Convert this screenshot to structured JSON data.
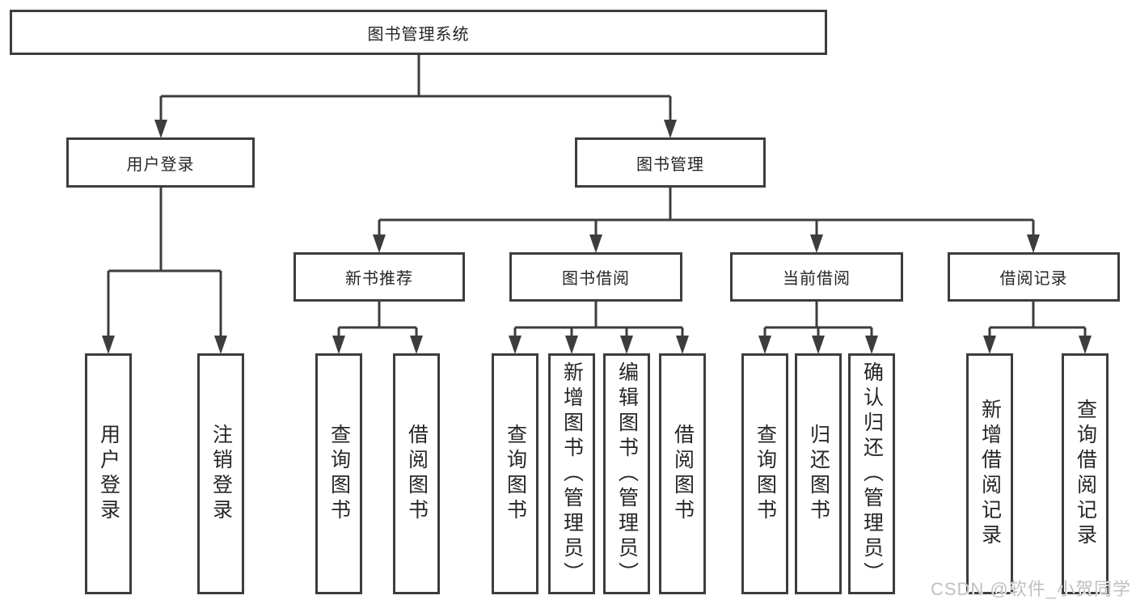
{
  "colors": {
    "line": "#3d3d3d",
    "box_border": "#3d3d3d",
    "text": "#262626",
    "background": "#ffffff",
    "watermark": "#c0c0c0"
  },
  "watermark": {
    "text": "CSDN @软件_小贺同学"
  },
  "tree": {
    "label": "图书管理系统",
    "children": [
      {
        "label": "用户登录",
        "children": [
          {
            "label": "用户登录"
          },
          {
            "label": "注销登录"
          }
        ]
      },
      {
        "label": "图书管理",
        "children": [
          {
            "label": "新书推荐",
            "children": [
              {
                "label": "查询图书"
              },
              {
                "label": "借阅图书"
              }
            ]
          },
          {
            "label": "图书借阅",
            "children": [
              {
                "label": "查询图书"
              },
              {
                "label": "新增图书（管理员）"
              },
              {
                "label": "编辑图书（管理员）"
              },
              {
                "label": "借阅图书"
              }
            ]
          },
          {
            "label": "当前借阅",
            "children": [
              {
                "label": "查询图书"
              },
              {
                "label": "归还图书"
              },
              {
                "label": "确认归还（管理员）"
              }
            ]
          },
          {
            "label": "借阅记录",
            "children": [
              {
                "label": "新增借阅记录"
              },
              {
                "label": "查询借阅记录"
              }
            ]
          }
        ]
      }
    ]
  }
}
